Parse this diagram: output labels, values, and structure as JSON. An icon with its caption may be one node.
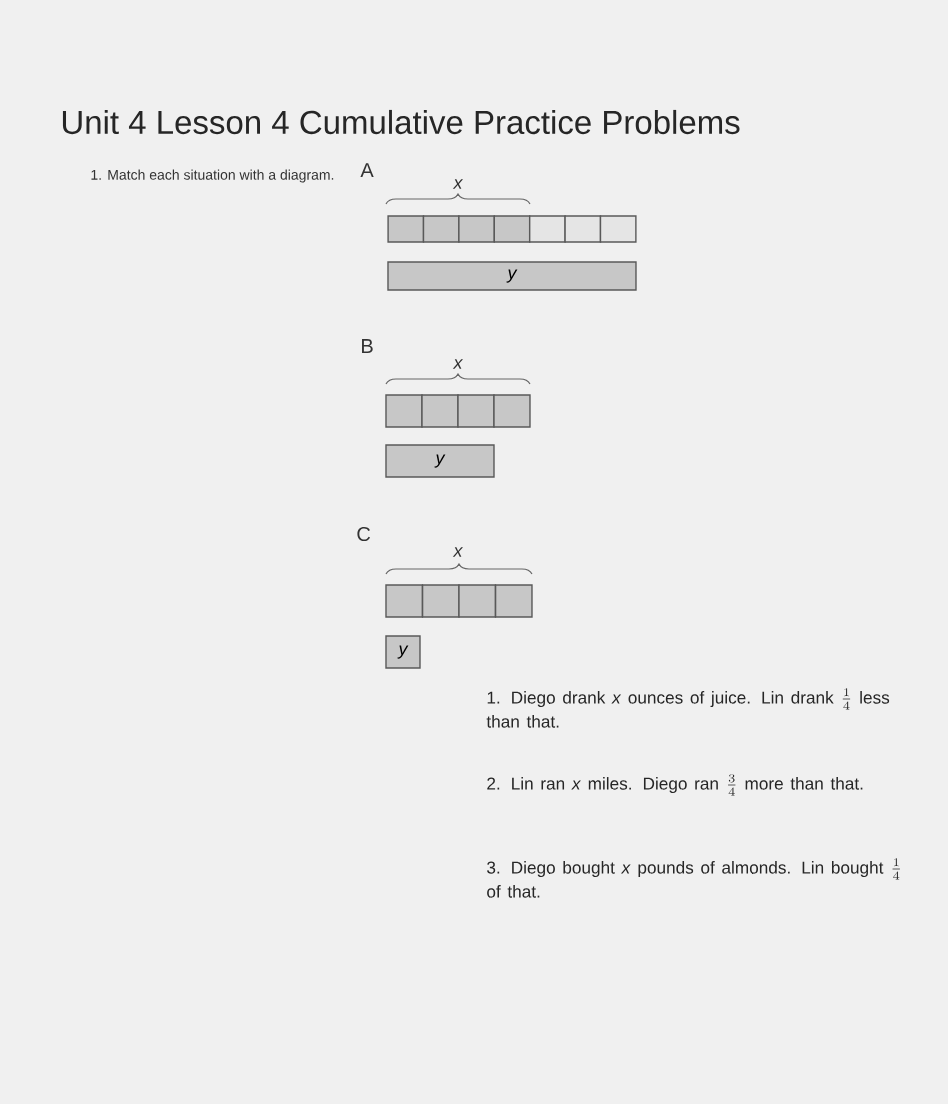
{
  "diagram": {
    "title": "Unit 4 Lesson 4 Cumulative Practice Problems",
    "nodes": [
      {
        "text": [],
        "shape": "box"
      },
      {
        "text": [],
        "shape": "box"
      },
      {
        "text": [],
        "shape": "box"
      },
      {
        "text": [],
        "shape": "box"
      },
      {
        "text": [],
        "shape": "box"
      },
      {
        "text": [],
        "shape": "box"
      },
      {
        "text": [],
        "shape": "box"
      },
      {
        "text": [
          "y"
        ]
      },
      {
        "text": [],
        "shape": "box"
      },
      {
        "text": [],
        "shape": "box"
      },
      {
        "text": [],
        "shape": "box"
      },
      {
        "text": [],
        "shape": "box"
      },
      {
        "text": [
          "y"
        ]
      },
      {
        "text": [],
        "shape": "box"
      },
      {
        "text": [],
        "shape": "box"
      },
      {
        "text": [],
        "shape": "box"
      },
      {
        "text": [],
        "shape": "box"
      },
      {
        "text": [
          "y"
        ]
      }
    ],
    "labels": [
      "1. Match each situation with a diagram.",
      "A",
      "x",
      "B",
      "x",
      "C",
      "x",
      "1. Diego drank *x* ounces of juice. Lin drank",
      "\\frac{1}{4}",
      "less than that.",
      "2. Lin ran *x* miles. Diego ran",
      "\\frac{3}{4}",
      "more than that.",
      "3. Diego bought *x* pounds of almonds. Lin bought",
      "\\frac{1}{4}",
      "of that."
    ]
  }
}
